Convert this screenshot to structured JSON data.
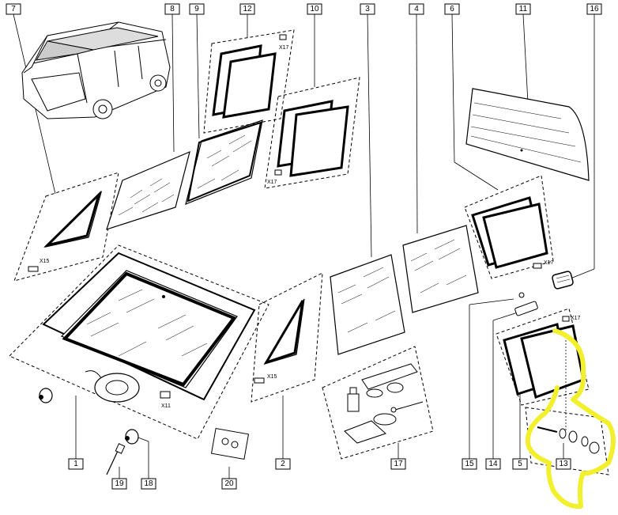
{
  "callouts": {
    "c1": "1",
    "c2": "2",
    "c3": "3",
    "c4": "4",
    "c5": "5",
    "c6": "6",
    "c7": "7",
    "c8": "8",
    "c9": "9",
    "c10": "10",
    "c11": "11",
    "c12": "12",
    "c13": "13",
    "c14": "14",
    "c15": "15",
    "c16": "16",
    "c17": "17",
    "c18": "18",
    "c19": "19",
    "c20": "20"
  },
  "quantities": {
    "q_triangle_left": "X15",
    "q_windshield": "X11",
    "q_triangle_right": "X15",
    "q_vent_top_a": "X17",
    "q_vent_top_b": "X17",
    "q_vent_right": "X17",
    "q_vent_lower": "X17"
  },
  "highlight_color": "#f2ef2c"
}
